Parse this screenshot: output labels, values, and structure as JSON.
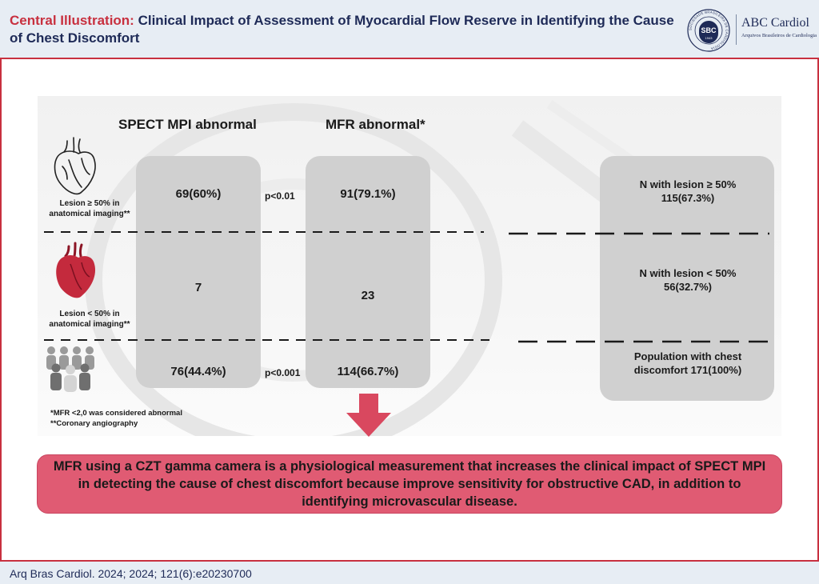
{
  "header": {
    "lead": "Central Illustration:",
    "title": " Clinical Impact of Assessment of Myocardial Flow Reserve in Identifying the Cause of Chest Discomfort",
    "logo_name": "ABC Cardiol",
    "logo_sub": "Arquivos Brasileiros de Cardiologia",
    "seal_text": "SBC",
    "seal_year": "1943",
    "seal_ring": "SOCIEDADE BRASILEIRA DE CARDIOLOGIA"
  },
  "columns": {
    "spect": "SPECT MPI abnormal",
    "mfr": "MFR abnormal*"
  },
  "rows": [
    {
      "label": "Lesion ≥ 50% in anatomical imaging**",
      "spect": "69(60%)",
      "p": "p<0.01",
      "mfr": "91(79.1%)",
      "side": "N with lesion ≥ 50% 115(67.3%)"
    },
    {
      "label": "Lesion < 50% in anatomical imaging**",
      "spect": "7",
      "p": "",
      "mfr": "23",
      "side": "N with lesion  < 50% 56(32.7%)"
    },
    {
      "label": "",
      "spect": "76(44.4%)",
      "p": "p<0.001",
      "mfr": "114(66.7%)",
      "side": "Population with chest discomfort 171(100%)"
    }
  ],
  "footnotes": [
    "*MFR  <2,0 was considered abnormal",
    "**Coronary angiography"
  ],
  "conclusion": "MFR using a CZT gamma camera is a physiological measurement that increases the clinical impact of SPECT MPI in detecting the cause of chest discomfort because improve sensitivity for obstructive CAD, in addition to identifying microvascular disease.",
  "footer": {
    "citation": "Arq Bras Cardiol. 2024; 2024; 121(6):e20230700"
  },
  "colors": {
    "accent": "#c8303f",
    "navy": "#1e2a57",
    "box": "#d0d0d0",
    "conclusion": "#e05b73",
    "arrow": "#d9485f"
  },
  "icons": [
    "anatomical-heart-icon",
    "red-heart-icon",
    "people-group-icon",
    "down-arrow-icon"
  ]
}
